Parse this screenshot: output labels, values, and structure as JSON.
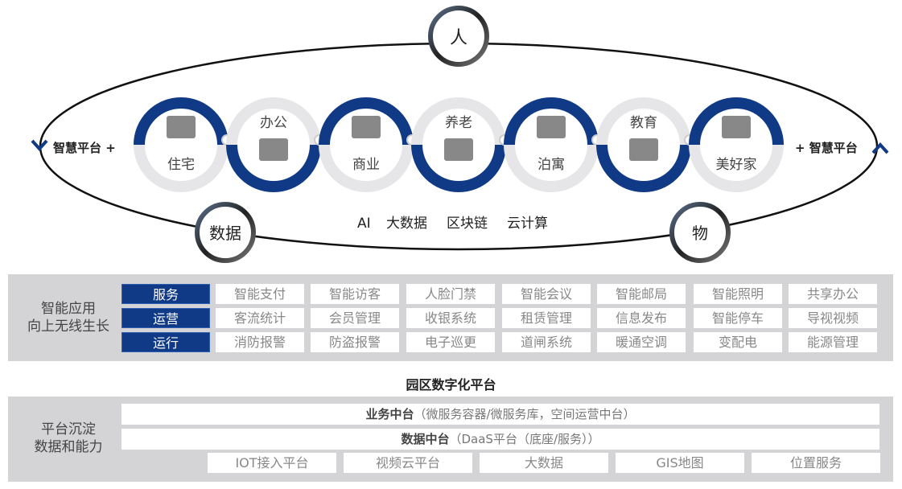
{
  "top": {
    "people": "人",
    "data": "数据",
    "things": "物",
    "left_label": "智慧平台 +",
    "right_label": "+ 智慧平台",
    "tech": [
      "AI",
      "大数据",
      "区块链",
      "云计算"
    ],
    "scenes": [
      "住宅",
      "办公",
      "商业",
      "养老",
      "泊寓",
      "教育",
      "美好家"
    ]
  },
  "apps": {
    "label": [
      "智能应用",
      "向上无线生长"
    ],
    "rows": [
      {
        "cat": "服务",
        "items": [
          "智能支付",
          "智能访客",
          "人脸门禁",
          "智能会议",
          "智能邮局",
          "智能照明",
          "共享办公"
        ]
      },
      {
        "cat": "运营",
        "items": [
          "客流统计",
          "会员管理",
          "收银系统",
          "租赁管理",
          "信息发布",
          "智能停车",
          "导视视频"
        ]
      },
      {
        "cat": "运行",
        "items": [
          "消防报警",
          "防盗报警",
          "电子巡更",
          "道闸系统",
          "暖通空调",
          "变配电",
          "能源管理"
        ]
      }
    ]
  },
  "platform_title": "园区数字化平台",
  "platform": {
    "label": [
      "平台沉淀",
      "数据和能力"
    ],
    "business": {
      "name": "业务中台",
      "desc": "（微服务容器/微服务库，空间运营中台）"
    },
    "data": {
      "name": "数据中台",
      "desc": "（DaaS平台（底座/服务））"
    },
    "bases": [
      "IOT接入平台",
      "视频云平台",
      "大数据",
      "GIS地图",
      "位置服务"
    ]
  },
  "colors": {
    "accent": "#103a86",
    "ring": "#e6e6e8",
    "panel": "#d4d4d6"
  }
}
